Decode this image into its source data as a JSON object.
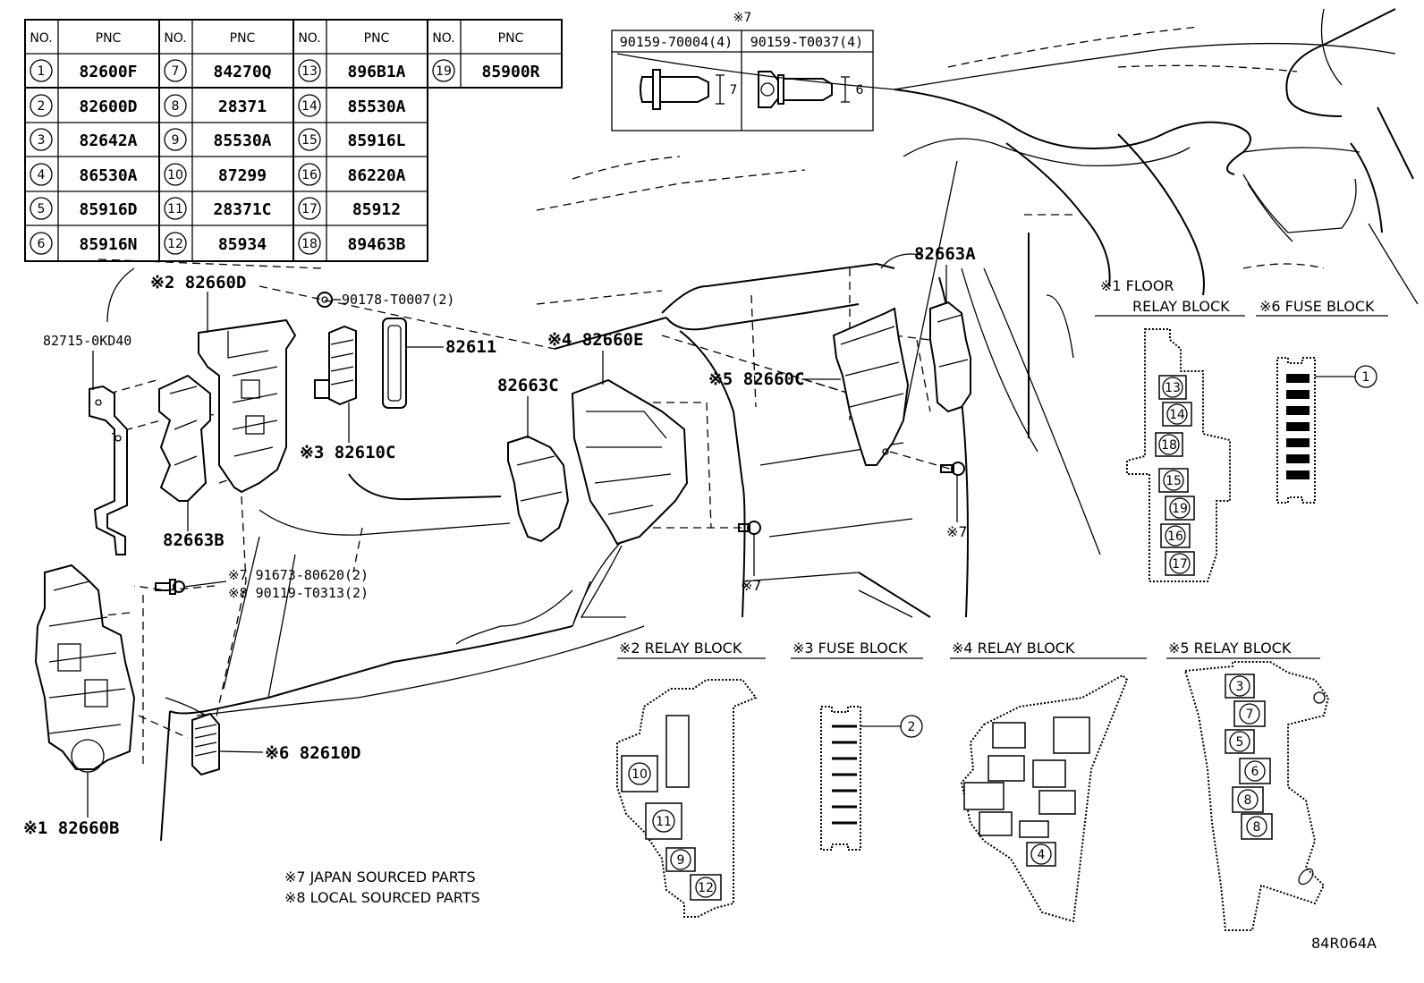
{
  "table": {
    "header_no": "NO.",
    "header_pnc": "PNC",
    "columns": [
      [
        {
          "no": "1",
          "pnc": "82600F"
        },
        {
          "no": "2",
          "pnc": "82600D"
        },
        {
          "no": "3",
          "pnc": "82642A"
        },
        {
          "no": "4",
          "pnc": "86530A"
        },
        {
          "no": "5",
          "pnc": "85916D"
        },
        {
          "no": "6",
          "pnc": "85916N"
        }
      ],
      [
        {
          "no": "7",
          "pnc": "84270Q"
        },
        {
          "no": "8",
          "pnc": "28371"
        },
        {
          "no": "9",
          "pnc": "85530A"
        },
        {
          "no": "10",
          "pnc": "87299"
        },
        {
          "no": "11",
          "pnc": "28371C"
        },
        {
          "no": "12",
          "pnc": "85934"
        }
      ],
      [
        {
          "no": "13",
          "pnc": "896B1A"
        },
        {
          "no": "14",
          "pnc": "85530A"
        },
        {
          "no": "15",
          "pnc": "85916L"
        },
        {
          "no": "16",
          "pnc": "86220A"
        },
        {
          "no": "17",
          "pnc": "85912"
        },
        {
          "no": "18",
          "pnc": "89463B"
        }
      ],
      [
        {
          "no": "19",
          "pnc": "85900R"
        }
      ]
    ]
  },
  "fastener_box": {
    "mark": "※7",
    "left_part": "90159-70004(4)",
    "right_part": "90159-T0037(4)",
    "left_dim": "7",
    "right_dim": "6"
  },
  "labels": {
    "p82660D": "※2 82660D",
    "p90178": "90178-T0007(2)",
    "p82611": "82611",
    "p82715": "82715-0KD40",
    "p82610C": "※3 82610C",
    "p82663B": "82663B",
    "p91673": "※7 91673-80620(2)",
    "p90119": "※8 90119-T0313(2)",
    "p82610D": "※6 82610D",
    "p82660B": "※1 82660B",
    "p82663C": "82663C",
    "p82660E": "※4 82660E",
    "p82660C": "※5 82660C",
    "p82663A": "82663A",
    "mark7a": "※7",
    "mark7b": "※7"
  },
  "sections": {
    "floor_relay_1": "※1 FLOOR",
    "floor_relay_2": "RELAY BLOCK",
    "fuse6": "※6 FUSE BLOCK",
    "relay2": "※2 RELAY BLOCK",
    "fuse3": "※3 FUSE BLOCK",
    "relay4": "※4 RELAY BLOCK",
    "relay5": "※5 RELAY BLOCK"
  },
  "callouts": {
    "floor": [
      "13",
      "14",
      "18",
      "15",
      "19",
      "16",
      "17"
    ],
    "fuse6": "1",
    "relay2": [
      "10",
      "11",
      "9",
      "12"
    ],
    "fuse3": "2",
    "relay4": "4",
    "relay5": [
      "3",
      "7",
      "5",
      "6",
      "8",
      "8"
    ]
  },
  "notes": {
    "n7": "※7 JAPAN SOURCED PARTS",
    "n8": "※8 LOCAL SOURCED PARTS"
  },
  "diagram_code": "84R064A"
}
